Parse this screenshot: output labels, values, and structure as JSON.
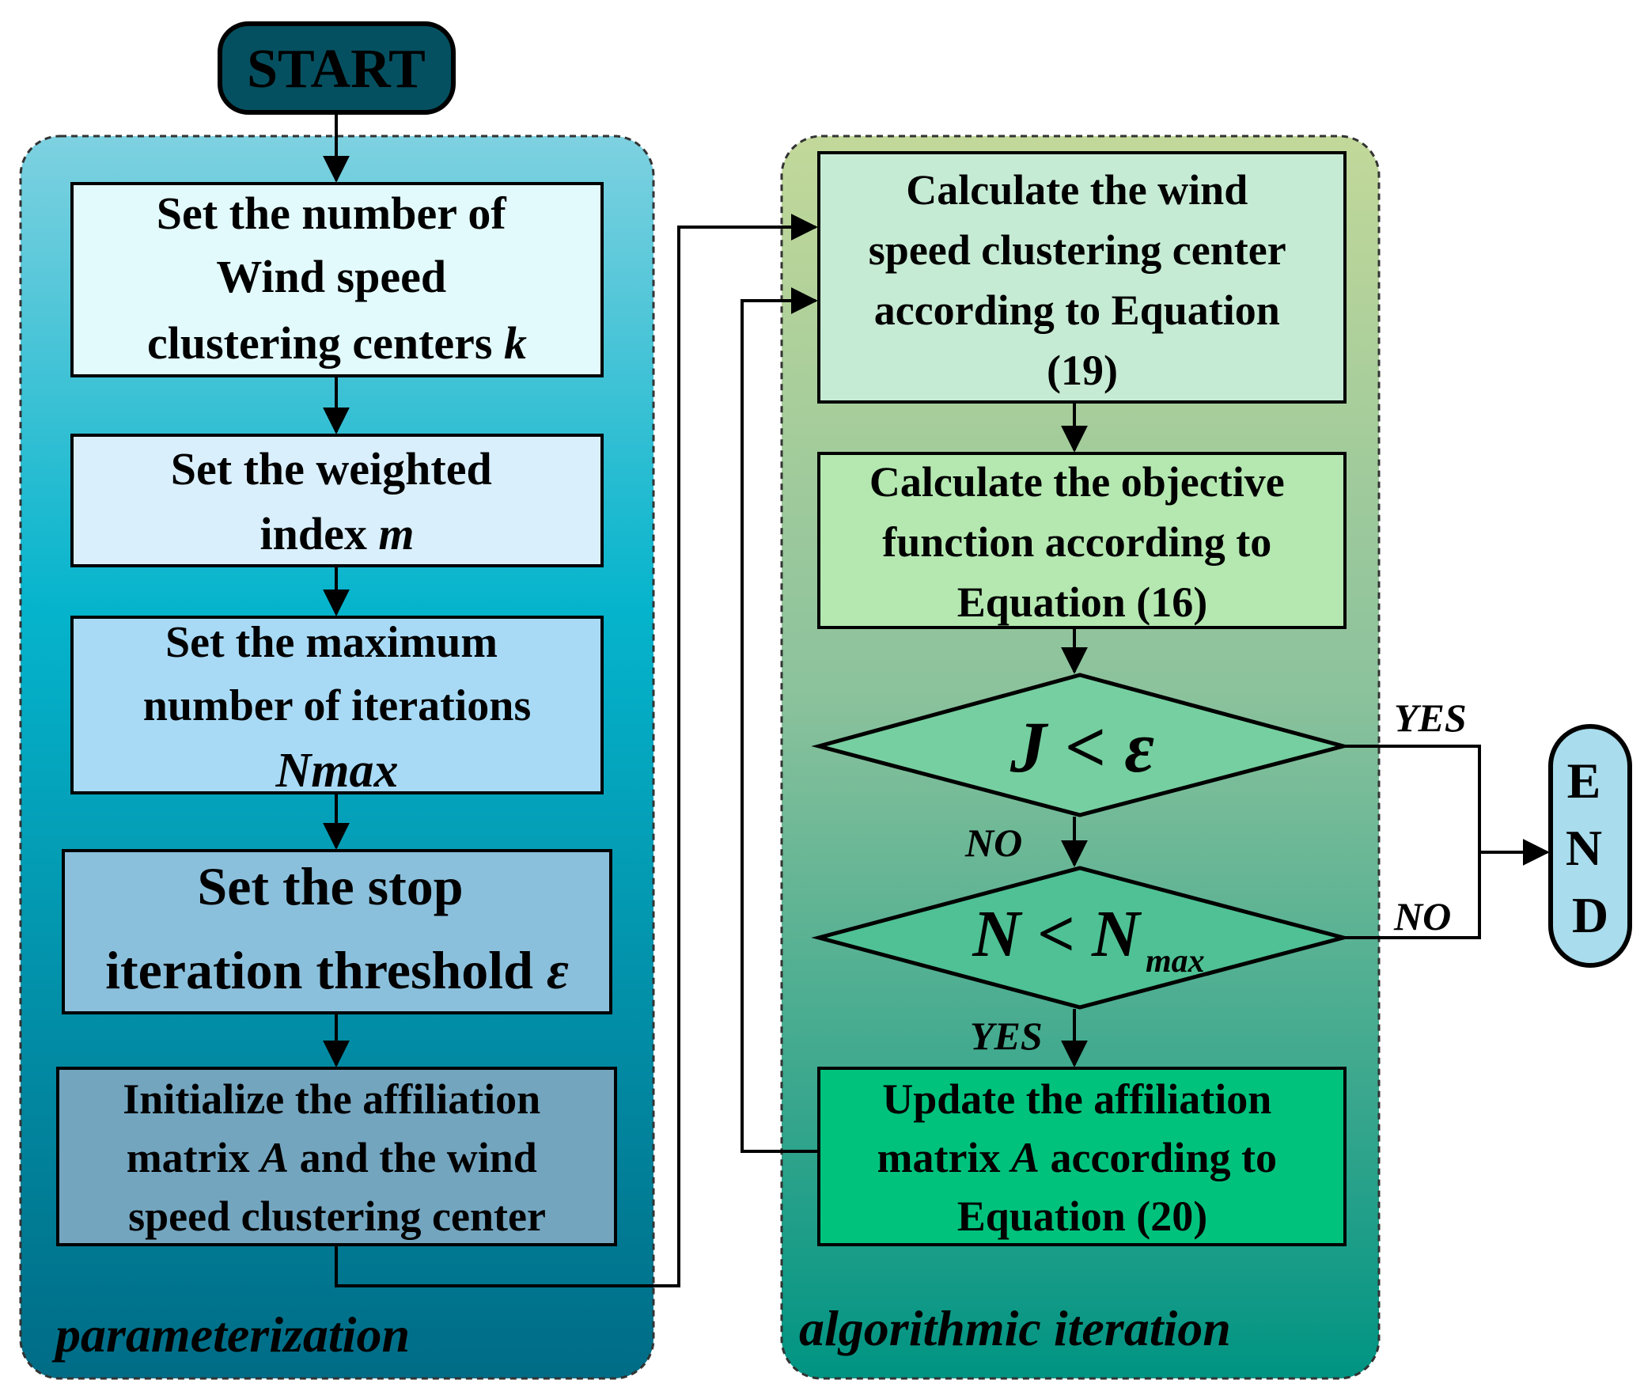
{
  "start": {
    "label": "START"
  },
  "end": {
    "letters": [
      "E",
      "N",
      "D"
    ]
  },
  "panels": {
    "left": {
      "caption": "parameterization"
    },
    "right": {
      "caption": "algorithmic iteration"
    }
  },
  "steps": {
    "s1": [
      "Set the number of",
      "Wind speed",
      "clustering centers "
    ],
    "s1_var": "k",
    "s2": [
      "Set the weighted",
      "index "
    ],
    "s2_var": "m",
    "s3": [
      "Set the maximum",
      "number of iterations"
    ],
    "s3_var": "Nmax",
    "s4": [
      "Set the stop",
      "iteration threshold "
    ],
    "s4_var": "ε",
    "s5": [
      "Initialize the affiliation",
      " and the wind",
      "speed clustering center"
    ],
    "s5_pre": "matrix ",
    "s5_var": "A",
    "r1": [
      "Calculate the wind",
      "speed clustering center",
      "according to Equation",
      "(19)"
    ],
    "r2": [
      "Calculate the objective",
      "function according to",
      "Equation (16)"
    ],
    "r3": [
      " according to",
      "Equation (20)"
    ],
    "r3_top": "Update the affiliation",
    "r3_pre": "matrix ",
    "r3_var": "A"
  },
  "decisions": {
    "d1": {
      "left": "J",
      "op": "<",
      "right": "ε"
    },
    "d2": {
      "left": "N",
      "op": "<",
      "right": "N",
      "sub": "max"
    }
  },
  "branch_labels": {
    "d1_yes": "YES",
    "d1_no": "NO",
    "d2_no": "NO",
    "d2_yes": "YES"
  },
  "colors": {
    "panel_left_top": "#7ed1e0",
    "panel_left_mid": "#05b4cc",
    "panel_left_bottom": "#006c86",
    "panel_right_top": "#c2d89a",
    "panel_right_bottom": "#009483",
    "start_fill": "#055060",
    "start_text": "#ffd54a",
    "caption": "#ffc000",
    "no_red": "#e60012",
    "end_fill": "#a9dcec"
  }
}
